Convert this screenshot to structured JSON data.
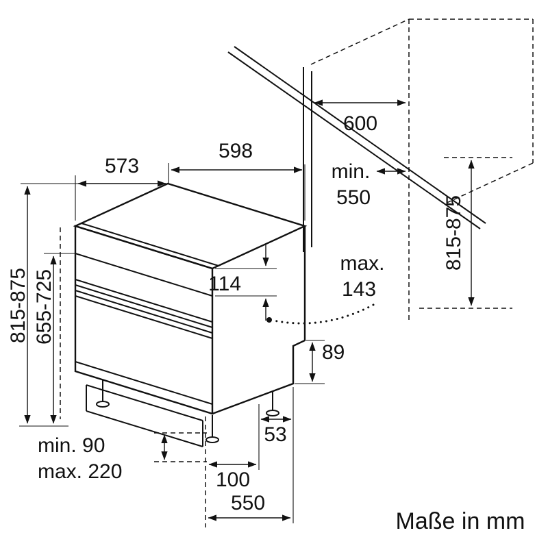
{
  "page": {
    "background": "#ffffff",
    "line_color": "#111111"
  },
  "note": {
    "units": "Maße in mm"
  },
  "dimensions": {
    "top_depth": "573",
    "top_width": "598",
    "niche_depth": "600",
    "niche_depth_min_label": "min.",
    "niche_depth_min_value": "550",
    "niche_height": "815-875",
    "appliance_height": "815-875",
    "front_panel_height": "655-725",
    "control_panel_height": "114",
    "door_top_max_label": "max.",
    "door_top_max_value": "143",
    "rear_recess_height": "89",
    "rear_foot_to_back": "53",
    "plinth_min": "min. 90",
    "plinth_max": "max. 220",
    "foot_to_front": "100",
    "base_depth": "550"
  }
}
